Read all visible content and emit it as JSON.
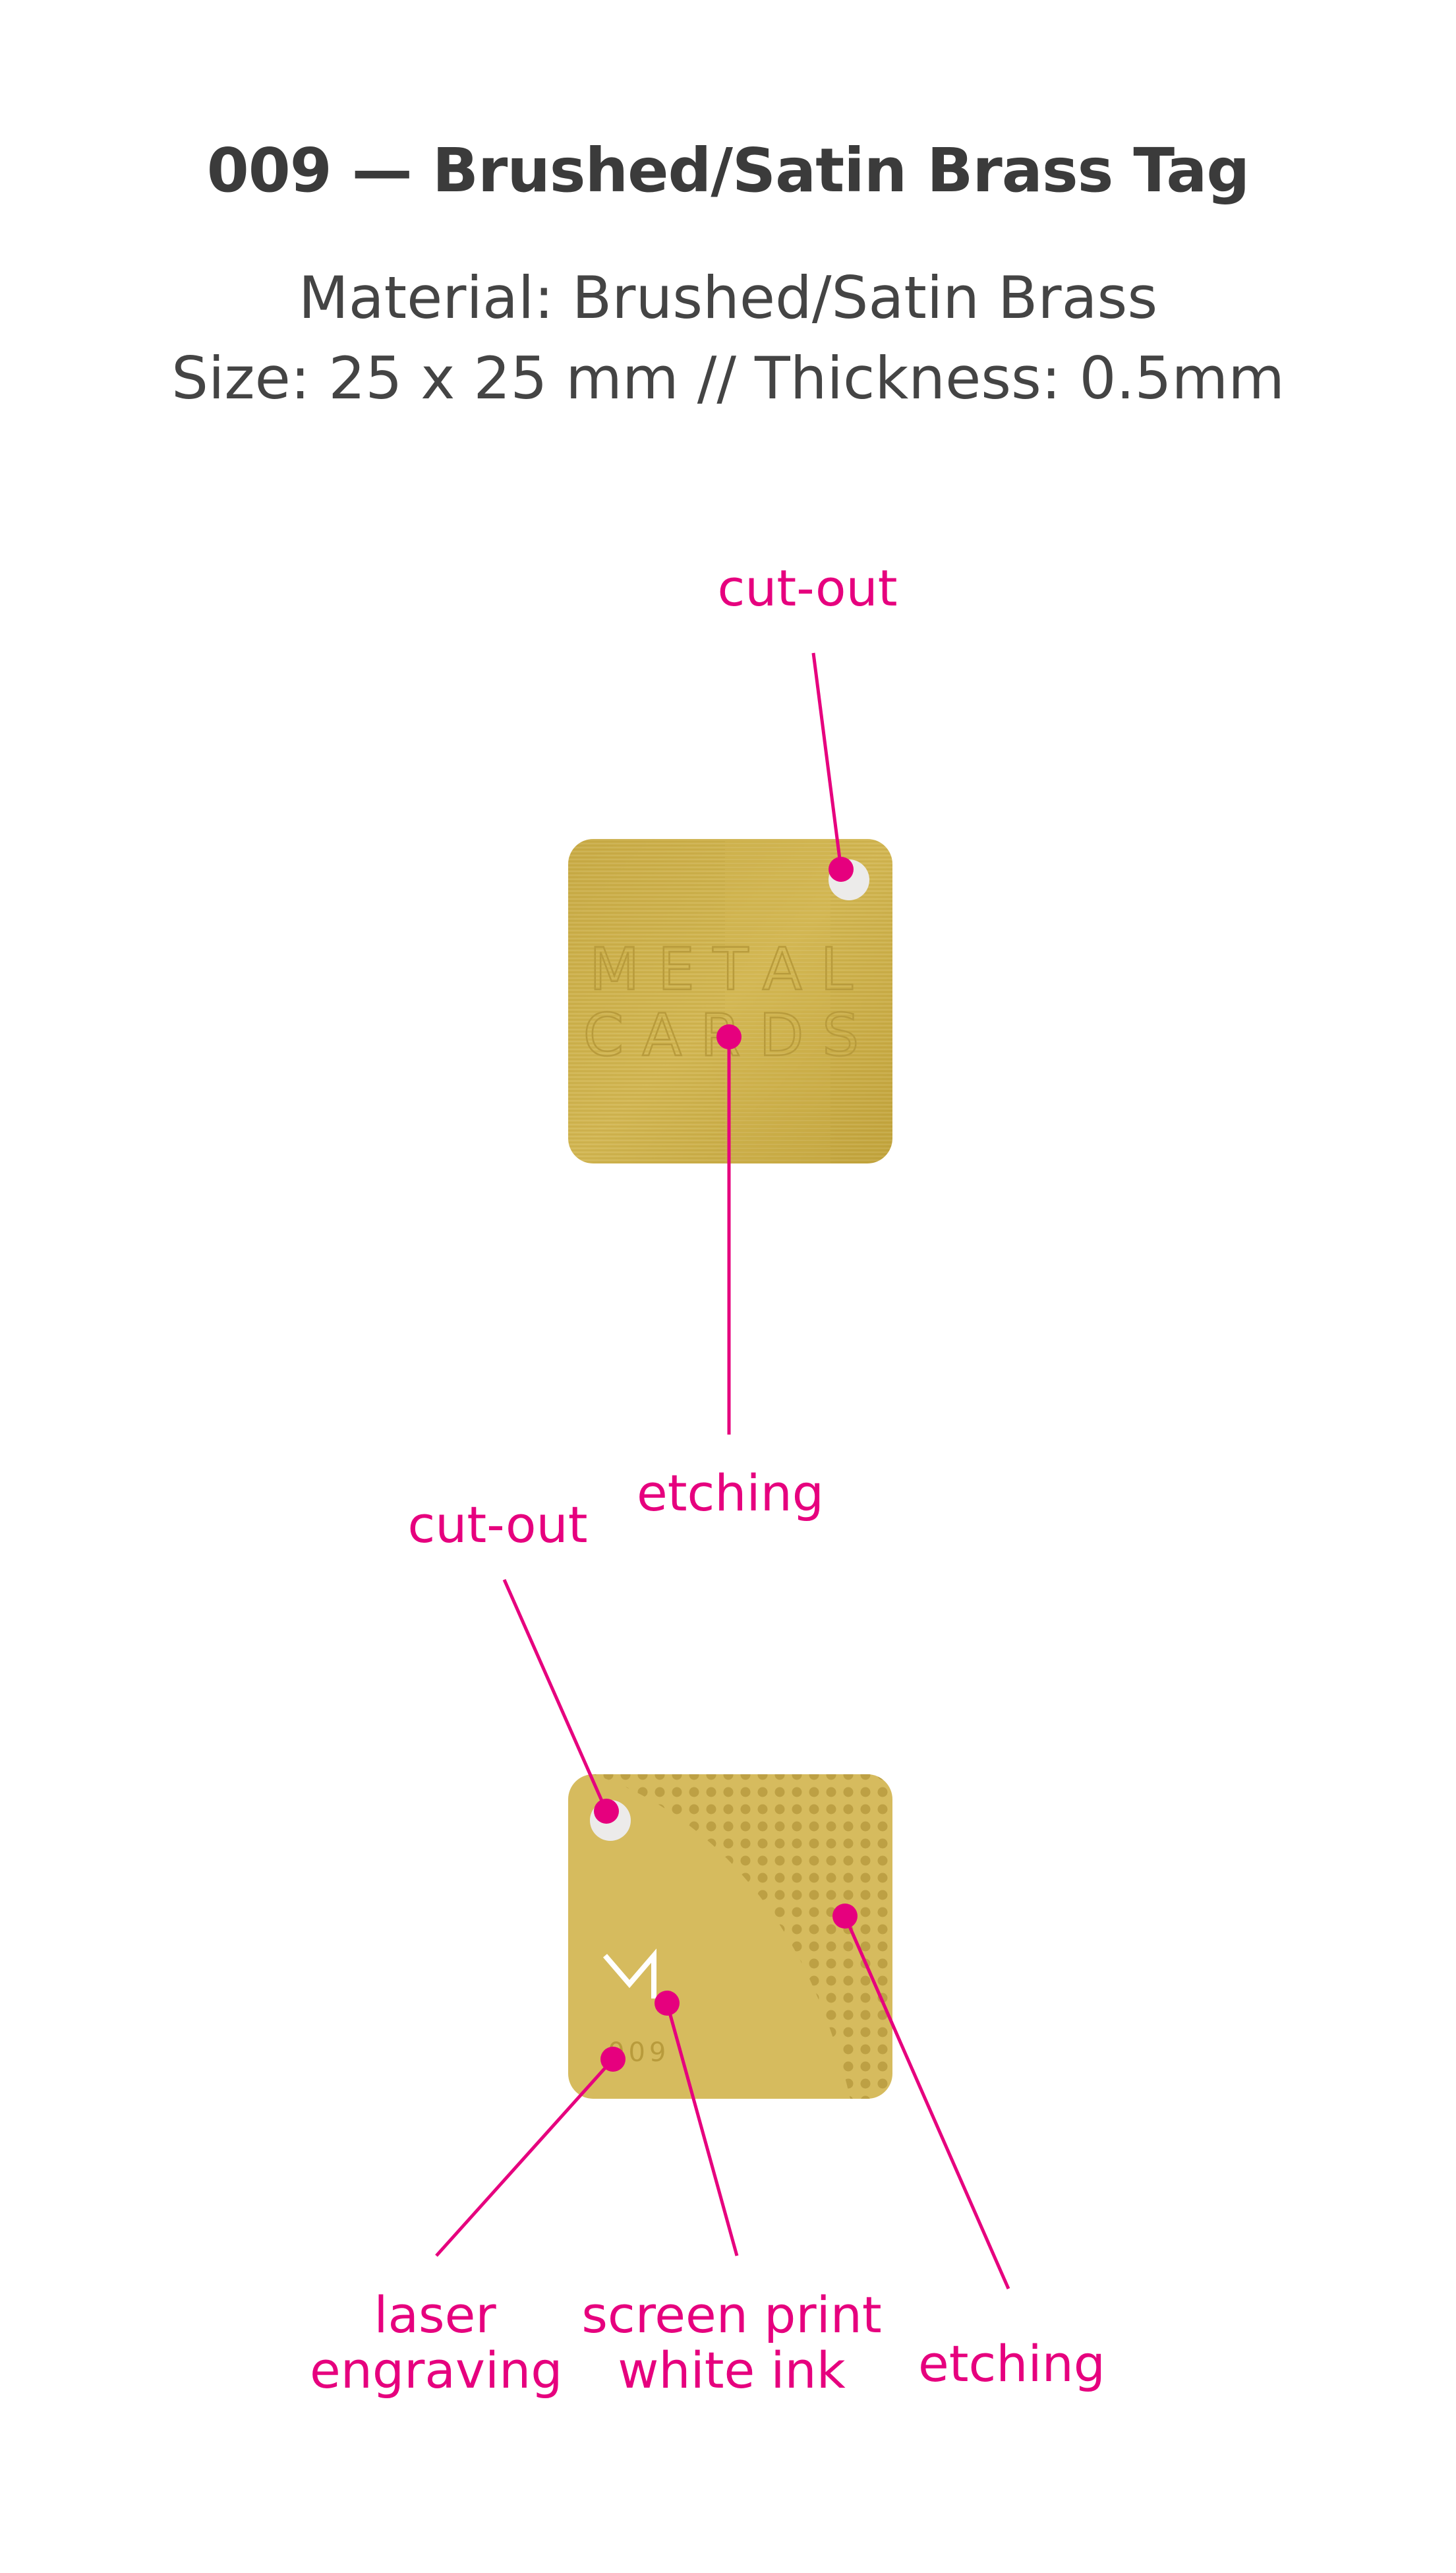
{
  "header": {
    "title": "009 — Brushed/Satin Brass Tag",
    "material": "Material: Brushed/Satin Brass",
    "size": "Size: 25 x 25 mm // Thickness: 0.5mm"
  },
  "front_tag": {
    "etched_text_line1": "METAL",
    "etched_text_line2": "CARDS",
    "labels": {
      "cutout": "cut-out",
      "etching": "etching"
    }
  },
  "back_tag": {
    "engraved_number": "009",
    "labels": {
      "cutout": "cut-out",
      "laser_line1": "laser",
      "laser_line2": "engraving",
      "screen_line1": "screen print",
      "screen_line2": "white ink",
      "etching": "etching"
    }
  },
  "colors": {
    "accent": "#e6007e",
    "brass": "#c9ad45",
    "brass_back": "#d6bb5e",
    "text": "#3b3b3b"
  }
}
